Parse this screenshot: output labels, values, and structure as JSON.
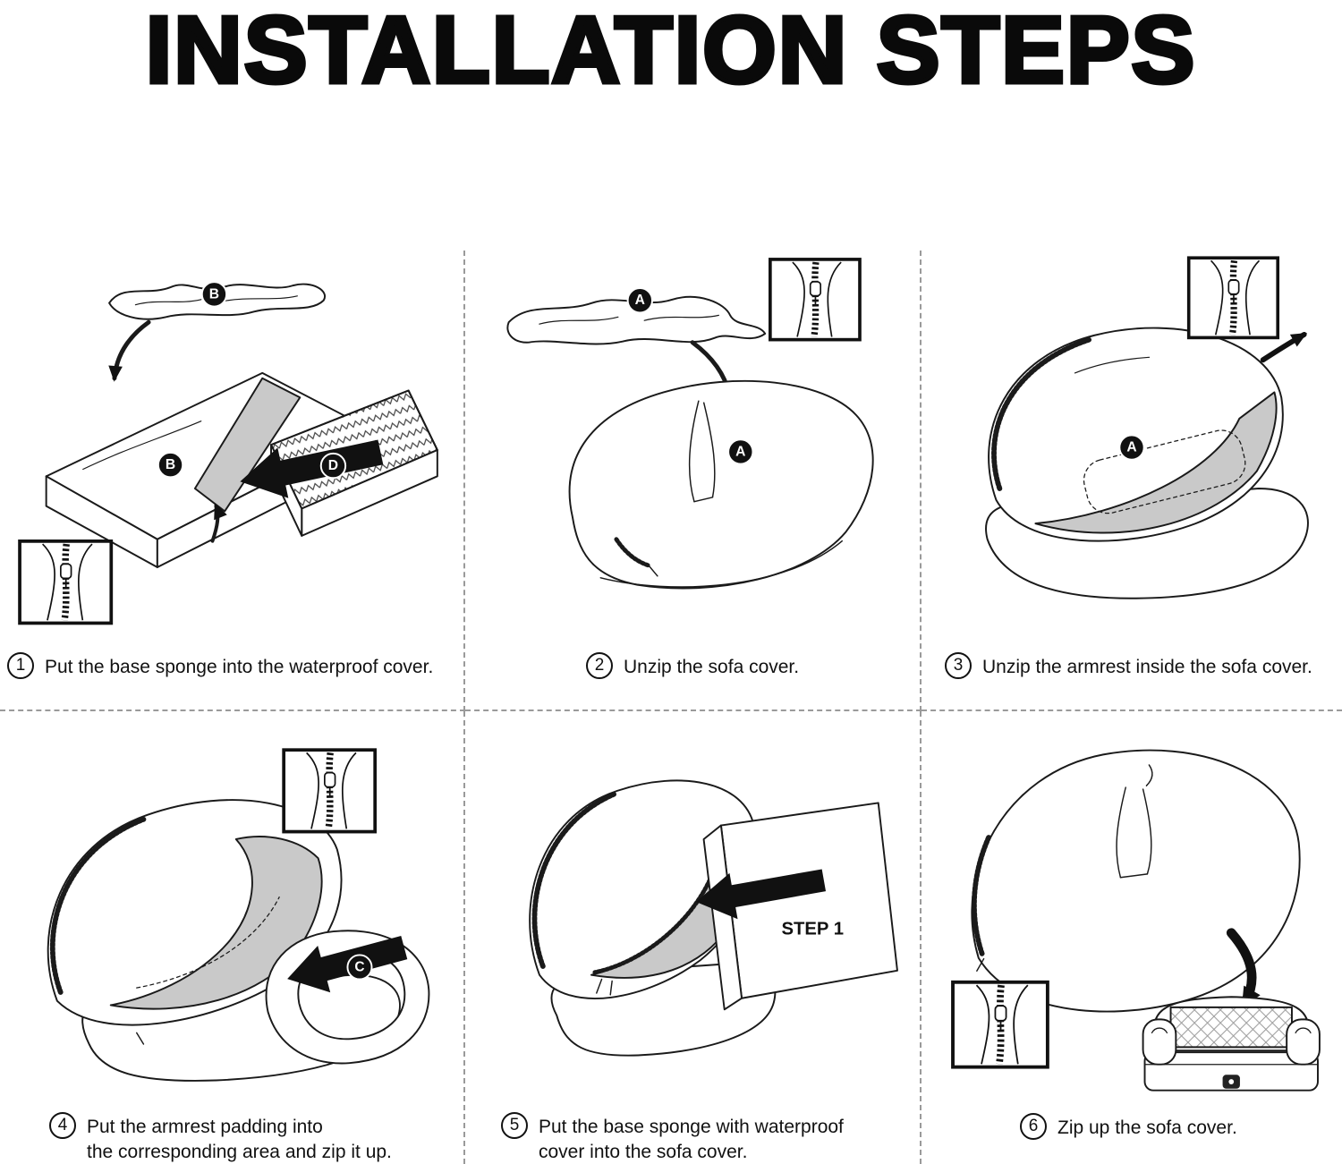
{
  "title": "INSTALLATION STEPS",
  "colors": {
    "line": "#1a1a1a",
    "interior_gray": "#c9c9c9",
    "badge_bg": "#111111",
    "badge_text": "#ffffff"
  },
  "steps": [
    {
      "number": "1",
      "caption": "Put the base sponge into the waterproof cover.",
      "badge_piece": "B",
      "badge_cover": "B",
      "badge_arrow": "D"
    },
    {
      "number": "2",
      "caption": "Unzip the sofa cover.",
      "badge_piece": "A",
      "badge_cover": "A"
    },
    {
      "number": "3",
      "caption": "Unzip the armrest inside the sofa cover.",
      "badge_cover": "A"
    },
    {
      "number": "4",
      "caption": "Put the armrest padding into",
      "caption2": "the corresponding area and zip it up.",
      "badge_arrow": "C"
    },
    {
      "number": "5",
      "caption": "Put the base sponge with waterproof",
      "caption2": "cover into the sofa cover.",
      "arrow_label": "STEP 1"
    },
    {
      "number": "6",
      "caption": "Zip up the sofa cover."
    }
  ]
}
